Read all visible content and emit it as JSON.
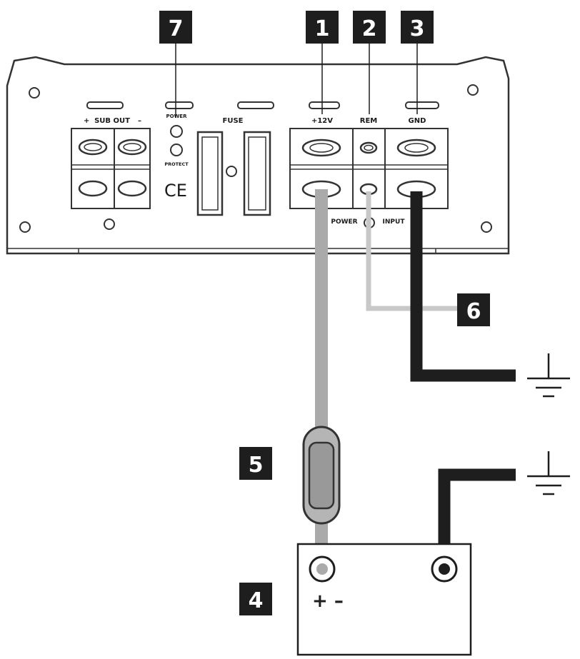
{
  "callouts": {
    "c1": "1",
    "c2": "2",
    "c3": "3",
    "c4": "4",
    "c5": "5",
    "c6": "6",
    "c7": "7"
  },
  "panel_labels": {
    "sub_out": "SUB OUT",
    "sub_out_plus": "+",
    "sub_out_minus": "–",
    "power_led": "POWER",
    "protect_led": "PROTECT",
    "ce_mark": "CE",
    "fuse": "FUSE",
    "plus_12v": "+12V",
    "rem": "REM",
    "gnd": "GND",
    "power_section": "POWER",
    "input_section": "INPUT"
  },
  "battery": {
    "polarity_label": "+ –"
  },
  "colors": {
    "badge_bg": "#1e1e1e",
    "power_wire": "#aaaaaa",
    "remote_wire": "#c8c8c8",
    "ground_wire": "#1e1e1e",
    "outline": "#333333"
  },
  "icons": [
    "ground-symbol-icon",
    "inline-fuse-icon",
    "led-indicator-icon"
  ]
}
